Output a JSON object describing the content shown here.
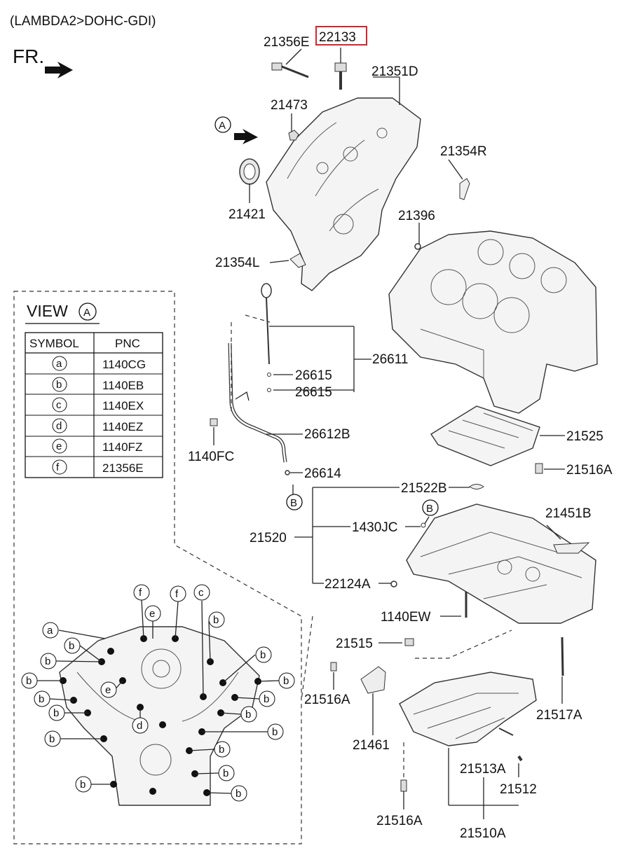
{
  "header": {
    "subtitle": "(LAMBDA2>DOHC-GDI)",
    "fr_label": "FR.",
    "view_label": "A"
  },
  "highlight_color": "#d9232d",
  "parts": {
    "p22133": "22133",
    "p21356E": "21356E",
    "p21351D": "21351D",
    "p21473": "21473",
    "p21354R": "21354R",
    "p21421": "21421",
    "p21396": "21396",
    "p21354L": "21354L",
    "p26611": "26611",
    "p26615a": "26615",
    "p26615b": "26615",
    "p26612B": "26612B",
    "p1140FC": "1140FC",
    "p26614": "26614",
    "p21525": "21525",
    "p21516A_r": "21516A",
    "p21522B": "21522B",
    "p1430JC": "1430JC",
    "p21451B": "21451B",
    "p21520": "21520",
    "p22124A": "22124A",
    "p1140EW": "1140EW",
    "p21515": "21515",
    "p21516A_l": "21516A",
    "p21517A": "21517A",
    "p21461": "21461",
    "p21513A": "21513A",
    "p21512": "21512",
    "p21516A_b": "21516A",
    "p21510A": "21510A",
    "refB1": "B",
    "refB2": "B"
  },
  "view_table": {
    "title": "VIEW",
    "title_ref": "A",
    "headers": [
      "SYMBOL",
      "PNC"
    ],
    "rows": [
      {
        "symbol": "a",
        "pnc": "1140CG"
      },
      {
        "symbol": "b",
        "pnc": "1140EB"
      },
      {
        "symbol": "c",
        "pnc": "1140EX"
      },
      {
        "symbol": "d",
        "pnc": "1140EZ"
      },
      {
        "symbol": "e",
        "pnc": "1140FZ"
      },
      {
        "symbol": "f",
        "pnc": "21356E"
      }
    ]
  },
  "callouts": {
    "a": "a",
    "b": "b",
    "c": "c",
    "d": "d",
    "e": "e",
    "f": "f"
  }
}
